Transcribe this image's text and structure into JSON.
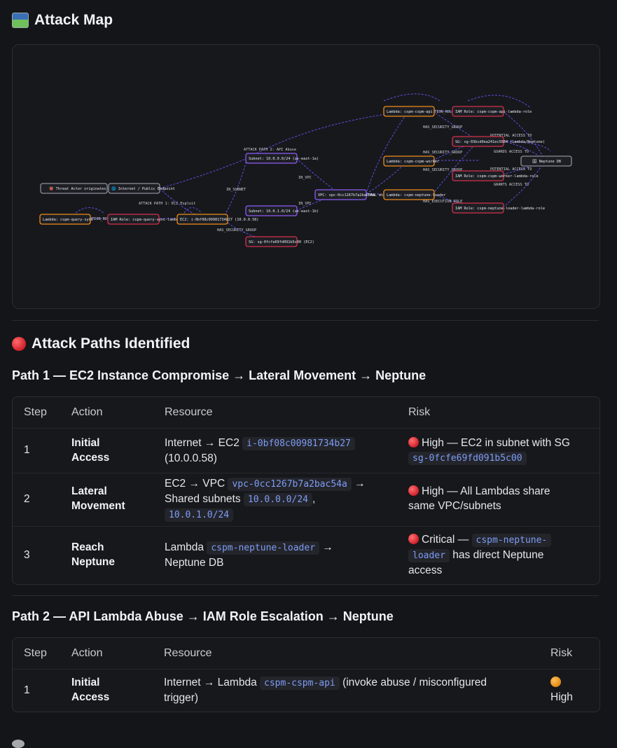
{
  "map_section": {
    "title": "Attack Map",
    "icon": "map-icon"
  },
  "graph": {
    "nodes": {
      "threat": "👹 Threat Actor originates",
      "internet": "🌐 Internet / Public Endpoint",
      "lambda_query": "Lambda: cspm-query-sync",
      "iam_query": "IAM Role: cspm-query-sync-lambda-role",
      "ec2": "EC2: i-0bf08c00981734b27 (10.0.0.58)",
      "subnet_a": "Subnet: 10.0.0.0/24 (us-east-1a)",
      "subnet_b": "Subnet: 10.0.1.0/24 (us-east-1b)",
      "sg_ec2": "SG: sg-0fcfe69fd091b5c00 (EC2)",
      "vpc": "VPC: vpc-0cc1267b7a2bac54a",
      "lambda_api": "Lambda: cspm-cspm-api",
      "iam_api": "IAM Role: cspm-cspm-api-lambda-role",
      "sg_lambda": "SG: sg-03bcd0ea241ec5684 (Lambda/Neptune)",
      "lambda_worker": "Lambda: cspm-cspm-worker",
      "iam_worker": "IAM Role: cspm-cspm-worker-lambda-role",
      "lambda_loader": "Lambda: cspm-neptune-loader",
      "iam_loader": "IAM Role: cspm-neptune-loader-lambda-role",
      "neptune": "🗄 Neptune DB"
    },
    "edges": {
      "path1": "ATTACK PATH 1: EC2 Exploit",
      "path2": "ATTACK PATH 2: API Abuse",
      "in_subnet": "IN_SUBNET",
      "in_vpc_a": "IN_VPC",
      "in_vpc_b": "IN_VPC",
      "has_sg_ec2": "HAS_SECURITY_GROUP",
      "has_sg_api": "HAS_SECURITY_GROUP",
      "has_sg_worker": "HAS_SECURITY_GROUP",
      "has_sg_loader": "HAS_SECURITY_GROUP",
      "exec_api": "HAS_EXECUTION_ROLE",
      "exec_query": "HAS_EXECUTION_ROLE",
      "exec_loader": "HAS_EXECUTION_ROLE",
      "pot_access_1": "POTENTIAL ACCESS TO",
      "pot_access_2": "POTENTIAL ACCESS TO",
      "guards": "GUARDS ACCESS TO",
      "grants": "GRANTS ACCESS TO",
      "lateral": "LATERAL movement"
    }
  },
  "paths_section": {
    "title": "Attack Paths Identified"
  },
  "path1": {
    "title": "Path 1 — EC2 Instance Compromise → Lateral Movement → Neptune",
    "headers": [
      "Step",
      "Action",
      "Resource",
      "Risk"
    ],
    "rows": [
      {
        "step": "1",
        "action1": "Initial",
        "action2": "Access",
        "res_pre": "Internet → EC2",
        "res_code1": "i-0bf08c00981734b27",
        "res_line2": "(10.0.0.58)",
        "risk_level": "High",
        "risk_text": "— EC2 in subnet with SG",
        "risk_code": "sg-0fcfe69fd091b5c00"
      },
      {
        "step": "2",
        "action1": "Lateral",
        "action2": "Movement",
        "res_pre": "EC2 → VPC",
        "res_code1": "vpc-0cc1267b7a2bac54a",
        "res_arrow": "→",
        "res_line2": "Shared subnets",
        "res_code2": "10.0.0.0/24",
        "res_comma": ",",
        "res_code3": "10.0.1.0/24",
        "risk_level": "High",
        "risk_text": "— All Lambdas share",
        "risk_line2": "same VPC/subnets"
      },
      {
        "step": "3",
        "action1": "Reach",
        "action2": "Neptune",
        "res_pre": "Lambda",
        "res_code1": "cspm-neptune-loader",
        "res_arrow": "→",
        "res_line2": "Neptune DB",
        "risk_level": "Critical",
        "risk_dash": "—",
        "risk_code_a": "cspm-neptune-",
        "risk_code_b": "loader",
        "risk_after": "has direct Neptune",
        "risk_line3": "access"
      }
    ]
  },
  "path2": {
    "title": "Path 2 — API Lambda Abuse → IAM Role Escalation → Neptune",
    "headers": [
      "Step",
      "Action",
      "Resource",
      "Risk"
    ],
    "rows": [
      {
        "step": "1",
        "action1": "Initial",
        "action2": "Access",
        "res_pre": "Internet → Lambda",
        "res_code1": "cspm-cspm-api",
        "res_post": "(invoke abuse / misconfigured",
        "res_line2": "trigger)",
        "risk_level": "High"
      }
    ]
  },
  "colors": {
    "lambda": "#f08c1a",
    "iam": "#d4304a",
    "network": "#8b5cf6",
    "neutral": "#8a8f99",
    "edge": "#6b5cf0"
  }
}
